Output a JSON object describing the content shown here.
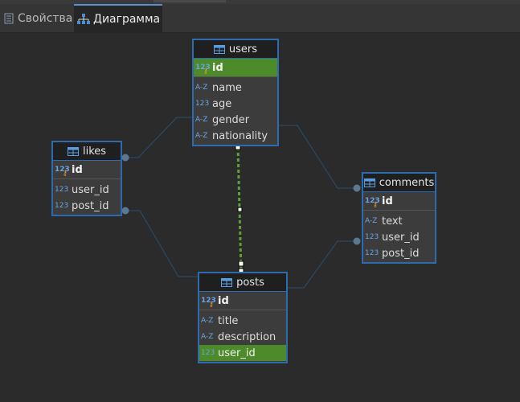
{
  "tabs": [
    {
      "label": "Свойства",
      "icon": "properties-icon",
      "active": false
    },
    {
      "label": "Диаграмма",
      "icon": "diagram-icon",
      "active": true
    }
  ],
  "type_icons": {
    "numeric": "123",
    "text": "A-Z"
  },
  "colors": {
    "selected_row": "#4c8a2a",
    "entity_border": "#2d6bb0",
    "link_highlight": "#5fa03a",
    "background": "#2b2b2b"
  },
  "entities": {
    "users": {
      "name": "users",
      "pk": "id",
      "columns": [
        {
          "name": "name",
          "type": "text"
        },
        {
          "name": "age",
          "type": "numeric"
        },
        {
          "name": "gender",
          "type": "text"
        },
        {
          "name": "nationality",
          "type": "text"
        }
      ]
    },
    "likes": {
      "name": "likes",
      "pk": "id",
      "columns": [
        {
          "name": "user_id",
          "type": "numeric"
        },
        {
          "name": "post_id",
          "type": "numeric"
        }
      ]
    },
    "comments": {
      "name": "comments",
      "pk": "id",
      "columns": [
        {
          "name": "text",
          "type": "text"
        },
        {
          "name": "user_id",
          "type": "numeric"
        },
        {
          "name": "post_id",
          "type": "numeric"
        }
      ]
    },
    "posts": {
      "name": "posts",
      "pk": "id",
      "columns": [
        {
          "name": "title",
          "type": "text"
        },
        {
          "name": "description",
          "type": "text"
        },
        {
          "name": "user_id",
          "type": "numeric"
        }
      ]
    }
  },
  "relations": [
    {
      "from": "likes.user_id",
      "to": "users.id"
    },
    {
      "from": "likes.post_id",
      "to": "posts.id"
    },
    {
      "from": "comments.user_id",
      "to": "users.id"
    },
    {
      "from": "comments.post_id",
      "to": "posts.id"
    },
    {
      "from": "posts.user_id",
      "to": "users.id",
      "selected": true
    }
  ]
}
